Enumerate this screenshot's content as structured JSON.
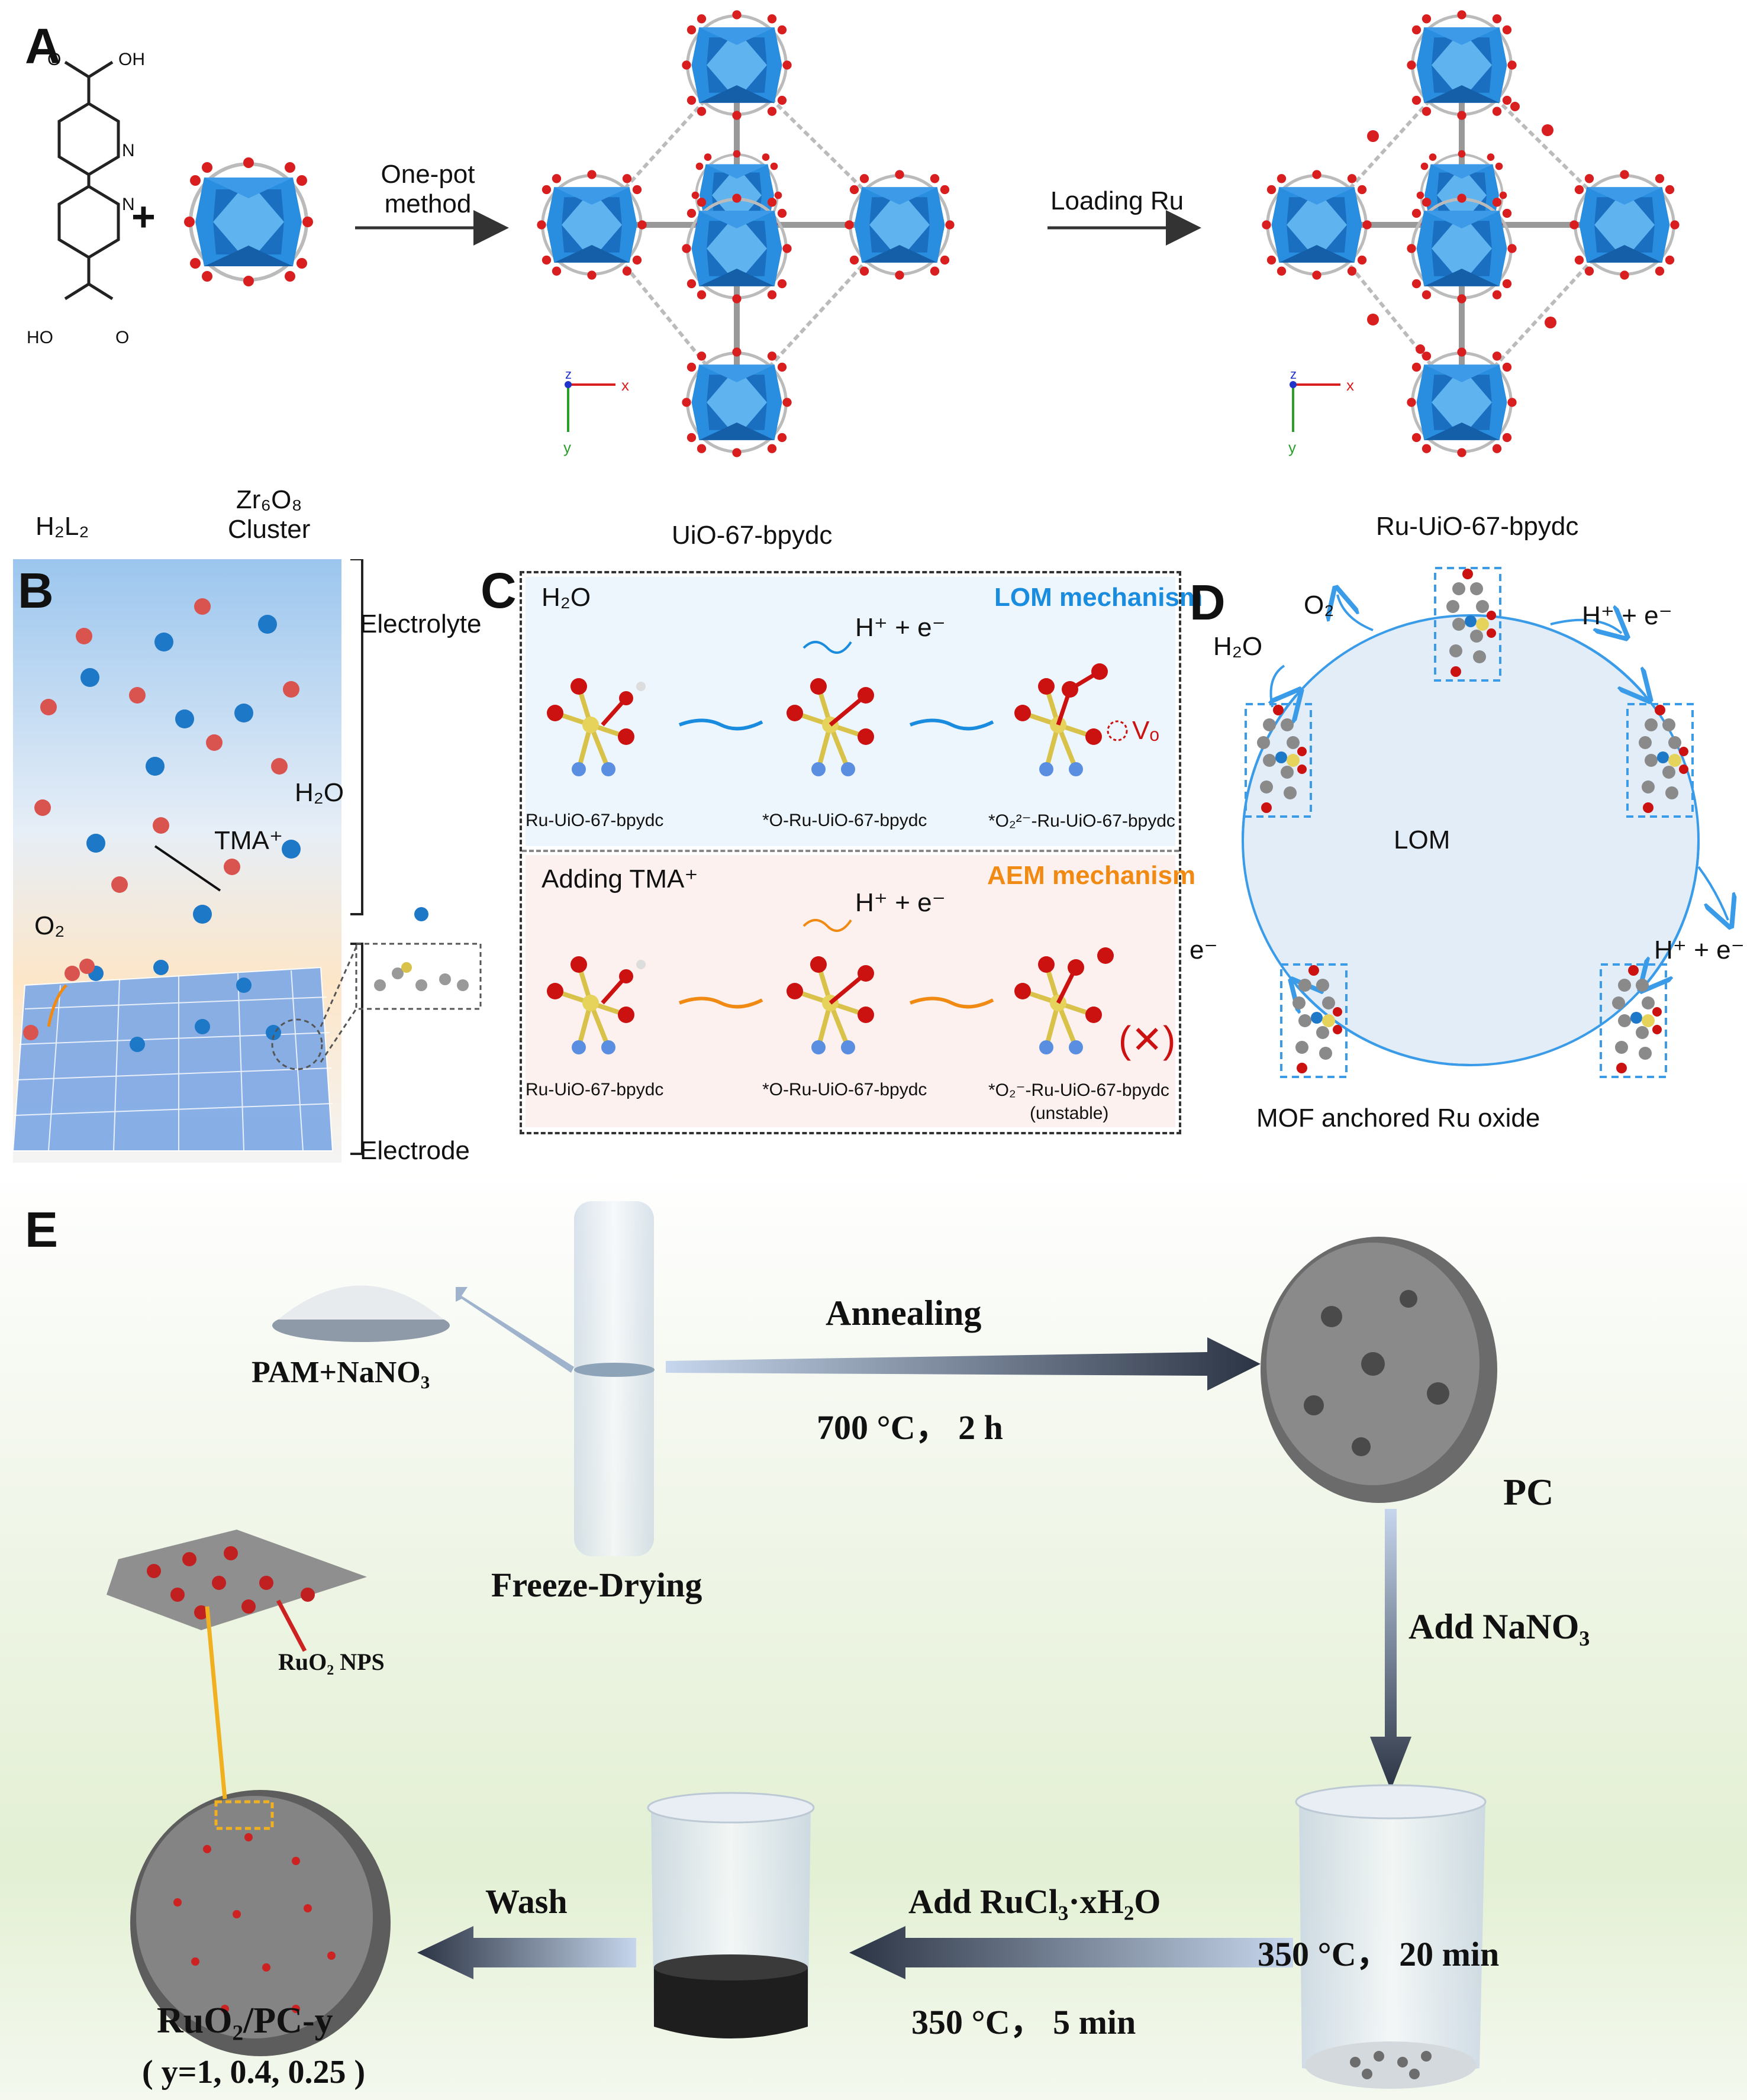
{
  "panels": {
    "A": {
      "letter": "A",
      "arrow1_label_line1": "One-pot",
      "arrow1_label_line2": "method",
      "arrow2_label": "Loading Ru",
      "ligand_label": "H₂L₂",
      "cluster_label_line1": "Zr₆O₈",
      "cluster_label_line2": "Cluster",
      "mof1_label": "UiO-67-bpydc",
      "mof2_label": "Ru-UiO-67-bpydc",
      "ligand_atoms": {
        "oh_top": "OH",
        "oh_bottom": "HO",
        "n1": "N",
        "n2": "N",
        "o_top": "O",
        "o_bottom": "O"
      },
      "axes": {
        "x": "x",
        "y": "y",
        "z": "z"
      }
    },
    "B": {
      "letter": "B",
      "electrolyte": "Electrolyte",
      "electrode": "Electrode",
      "h2o": "H₂O",
      "tma": "TMA⁺",
      "o2": "O₂"
    },
    "C": {
      "letter": "C",
      "top_condition": "H₂O",
      "top_mechanism": "LOM mechanism",
      "top_proton": "H⁺ + e⁻",
      "top_species": [
        "Ru-UiO-67-bpydc",
        "*O-Ru-UiO-67-bpydc",
        "*O₂²⁻-Ru-UiO-67-bpydc"
      ],
      "vacancy": "Vₒ",
      "bottom_condition": "Adding TMA⁺",
      "bottom_mechanism": "AEM mechanism",
      "bottom_proton": "H⁺ + e⁻",
      "bottom_species": [
        "Ru-UiO-67-bpydc",
        "*O-Ru-UiO-67-bpydc",
        "*O₂⁻-Ru-UiO-67-bpydc"
      ],
      "unstable": "(unstable)",
      "cross": "(✕)"
    },
    "D": {
      "letter": "D",
      "center": "LOM",
      "caption": "MOF anchored Ru oxide",
      "o2": "O₂",
      "h2o": "H₂O",
      "proton_top": "H⁺ + e⁻",
      "proton_right": "H⁺ + e⁻",
      "electron_left": "e⁻"
    },
    "E": {
      "letter": "E",
      "precursor": "PAM+NaNO₃",
      "freeze": "Freeze-Drying",
      "annealing": "Annealing",
      "anneal_cond": "700 °C， 2 h",
      "pc": "PC",
      "add_nano3": "Add NaNO₃",
      "cond_20": "350 °C， 20 min",
      "add_rucl3": "Add RuCl₃·xH₂O",
      "cond_5": "350 °C， 5 min",
      "wash": "Wash",
      "ruo2_nps": "RuO₂ NPS",
      "product": "RuO₂/PC-y",
      "y_values": "( y=1, 0.4, 0.25 )"
    }
  },
  "colors": {
    "cluster_blue": "#1e88d8",
    "oxygen_red": "#d81e1e",
    "lom_blue": "#1a8ce0",
    "aem_orange": "#f08a12",
    "dash_blue": "#3a9be8",
    "arrow_dark": "#2b3444",
    "ru_yellow": "#d8c24a"
  }
}
